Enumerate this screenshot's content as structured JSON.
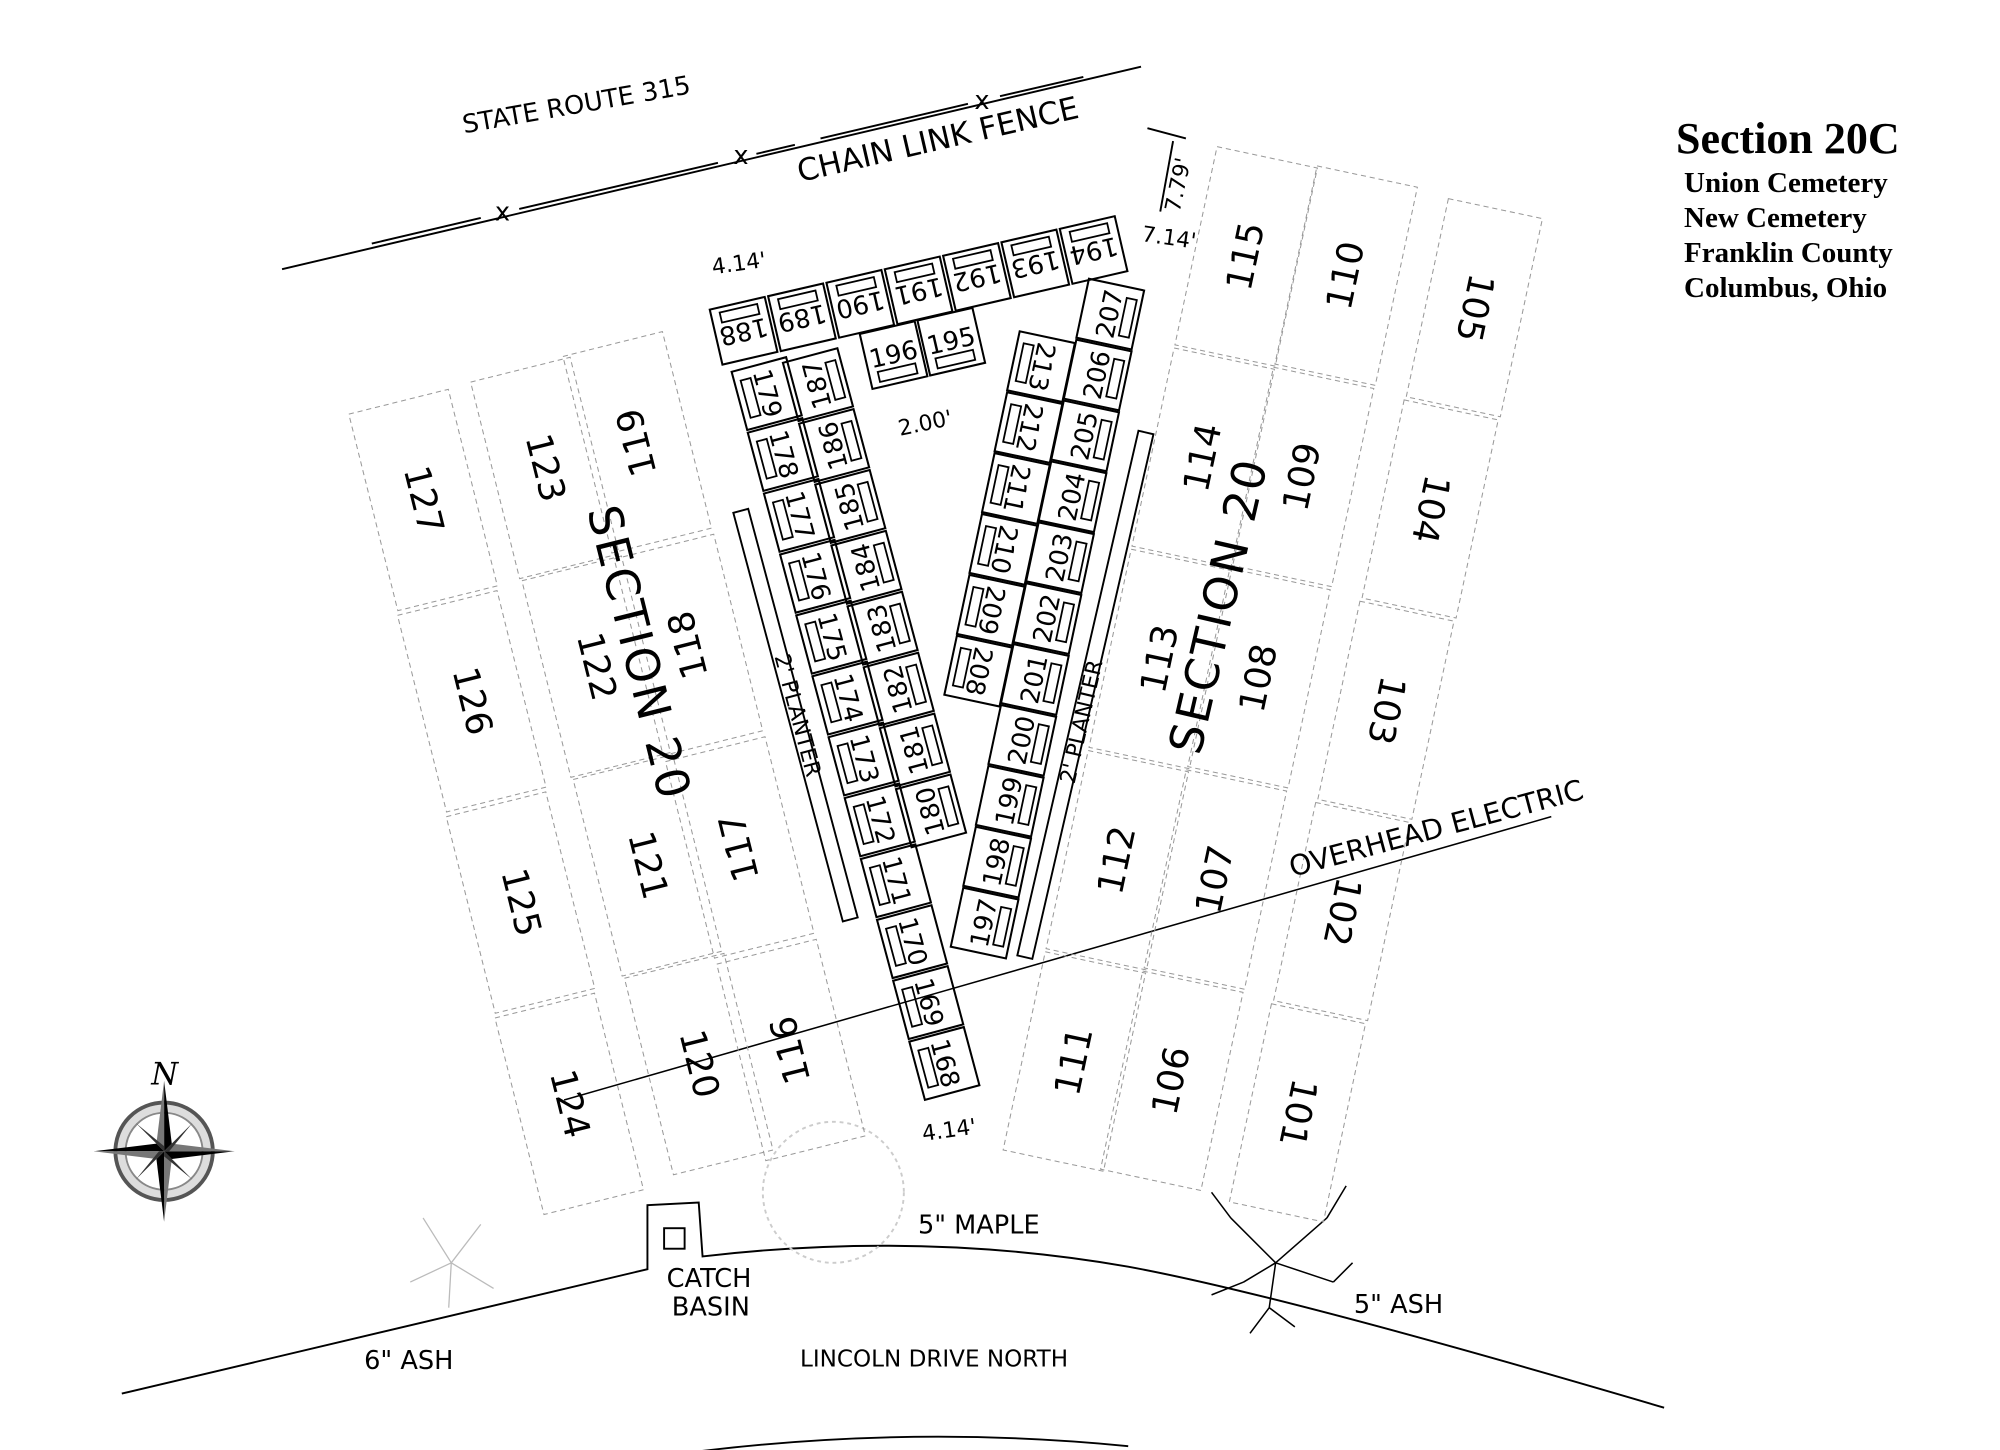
{
  "title": {
    "heading": "Section 20C",
    "lines": [
      "Union Cemetery",
      "New Cemetery",
      "Franklin County",
      "Columbus, Ohio"
    ]
  },
  "map": {
    "roads": {
      "north": "STATE ROUTE 315",
      "south": "LINCOLN DRIVE NORTH"
    },
    "fence": "CHAIN LINK FENCE",
    "fence_marker": "x",
    "electric": "OVERHEAD ELECTRIC",
    "section_labels": [
      "SECTION 20",
      "SECTION 20"
    ],
    "planters": [
      "2' PLANTER",
      "2' PLANTER"
    ],
    "dimensions": [
      "4.14'",
      "7.14'",
      "7.79'",
      "2.00'",
      "4.14'"
    ],
    "features": {
      "maple": "5\" MAPLE",
      "catch_basin_1": "CATCH",
      "catch_basin_2": "BASIN",
      "ash_west": "6\" ASH",
      "ash_east": "5\" ASH"
    },
    "compass": "N",
    "large_lots": [
      [
        "127",
        "126",
        "125",
        "124"
      ],
      [
        "123",
        "122",
        "121",
        "120"
      ],
      [
        "119",
        "118",
        "117",
        "116"
      ],
      [
        "115",
        "114",
        "113",
        "112",
        "111"
      ],
      [
        "110",
        "109",
        "108",
        "107",
        "106"
      ],
      [
        "105",
        "104",
        "103",
        "102",
        "101"
      ]
    ],
    "plots": {
      "top_row": [
        "188",
        "189",
        "190",
        "191",
        "192",
        "193",
        "194"
      ],
      "annex": [
        "196",
        "195"
      ],
      "west_col_a": [
        "179",
        "178",
        "177",
        "176",
        "175",
        "174",
        "173",
        "172",
        "171",
        "170",
        "169",
        "168"
      ],
      "west_col_b": [
        "187",
        "186",
        "185",
        "184",
        "183",
        "182",
        "181",
        "180"
      ],
      "east_col_a": [
        "213",
        "212",
        "211",
        "210",
        "209",
        "208"
      ],
      "east_col_b": [
        "207",
        "206",
        "205",
        "204",
        "203",
        "202",
        "201",
        "200",
        "199",
        "198",
        "197"
      ]
    }
  }
}
